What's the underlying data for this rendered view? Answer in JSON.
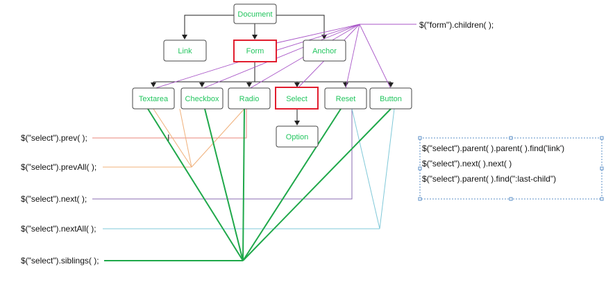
{
  "colors": {
    "node_text": "#22c55e",
    "node_border": "#444444",
    "highlight": "#e11d2e",
    "tree_line": "#222222",
    "children_line": "#a855c7",
    "prev_line": "#e8867a",
    "prevall_line": "#f0b07a",
    "next_line": "#8a6bb0",
    "nextall_line": "#7fc8d8",
    "siblings_line": "#1fa84a",
    "handle": "#5b8fc7"
  },
  "tree": {
    "document": "Document",
    "link": "Link",
    "form": "Form",
    "anchor": "Anchor",
    "textarea": "Textarea",
    "checkbox": "Checkbox",
    "radio": "Radio",
    "select": "Select",
    "reset": "Reset",
    "button": "Button",
    "option": "Option"
  },
  "selectors": {
    "form_children": "$(\"form\").children( );",
    "prev": "$(\"select\").prev( );",
    "prev_all": "$(\"select\").prevAll( );",
    "next": "$(\"select\").next( );",
    "next_all": "$(\"select\").nextAll( );",
    "siblings": "$(\"select\").siblings( );"
  },
  "textbox": {
    "line1": "$(\"select\").parent( ).parent( ).find('link')",
    "line2": "$(\"select\").next( ).next( )",
    "line3": "$(\"select\").parent( ).find(\":last-child\")"
  }
}
